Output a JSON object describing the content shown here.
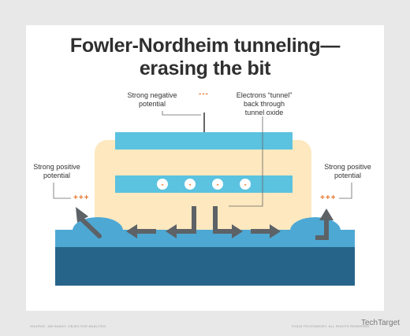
{
  "title": {
    "line1": "Fowler-Nordheim tunneling—",
    "line2": "erasing the bit"
  },
  "labels": {
    "negative": [
      "Strong negative",
      "potential"
    ],
    "electrons": [
      "Electrons “tunnel”",
      "back through",
      "tunnel oxide"
    ],
    "positive_left": [
      "Strong positive",
      "potential"
    ],
    "positive_right": [
      "Strong positive",
      "potential"
    ]
  },
  "signs": {
    "negative": "---",
    "positive_left": "+++",
    "positive_right": "+++"
  },
  "electron_symbol": "-",
  "electron_count": 4,
  "footer": {
    "source": "SOURCE: JIM HANDY, OBJECTIVE ANALYSIS",
    "copyright": "©2018 TECHTARGET. ALL RIGHTS RESERVED",
    "brand": "TechTarget"
  },
  "colors": {
    "background": "#e8e8e8",
    "card": "#ffffff",
    "gate_body": "#fde8bf",
    "gate_layer": "#5bc2df",
    "substrate_top": "#4ea8d4",
    "substrate_bottom": "#27648a",
    "arrow": "#5d6266",
    "sign": "#e8742b"
  }
}
